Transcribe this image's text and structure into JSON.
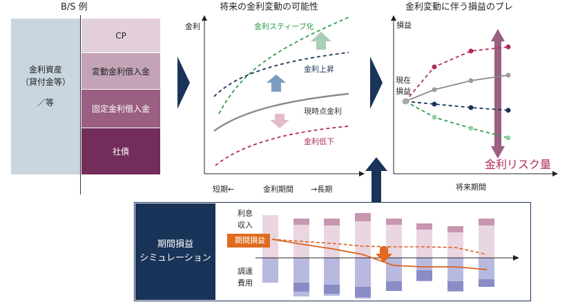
{
  "bs": {
    "title": "B/S 例",
    "left_line1": "金利資産",
    "left_line2": "（貸付金等）",
    "left_line3": "／等",
    "right_cells": [
      "CP",
      "変動金利借入金",
      "固定金利借入金",
      "社債"
    ],
    "colors": {
      "asset": "#c9d6df",
      "cp": "#e3cfdc",
      "var": "#c4a3b7",
      "fixed": "#9a5f82",
      "bond": "#732d5b"
    }
  },
  "future": {
    "title": "将来の金利変動の可能性",
    "ylabel": "金利",
    "curve_steep": "金利スティープ化",
    "curve_rise": "金利上昇",
    "curve_current": "現時点金利",
    "curve_fall": "金利低下",
    "axis_short": "短期←",
    "axis_mid": "金利期間",
    "axis_long": "→長期"
  },
  "pl": {
    "title": "金利変動に伴う損益のブレ",
    "ylabel": "損益",
    "origin_line1": "現在",
    "origin_line2": "損益",
    "xlabel": "将来期間",
    "risk_label": "金利リスク量"
  },
  "sim": {
    "left_line1": "期間損益",
    "left_line2": "シミュレーション",
    "income_line1": "利息",
    "income_line2": "収入",
    "pl_badge": "期間損益",
    "cost_line1": "調達",
    "cost_line2": "費用"
  }
}
